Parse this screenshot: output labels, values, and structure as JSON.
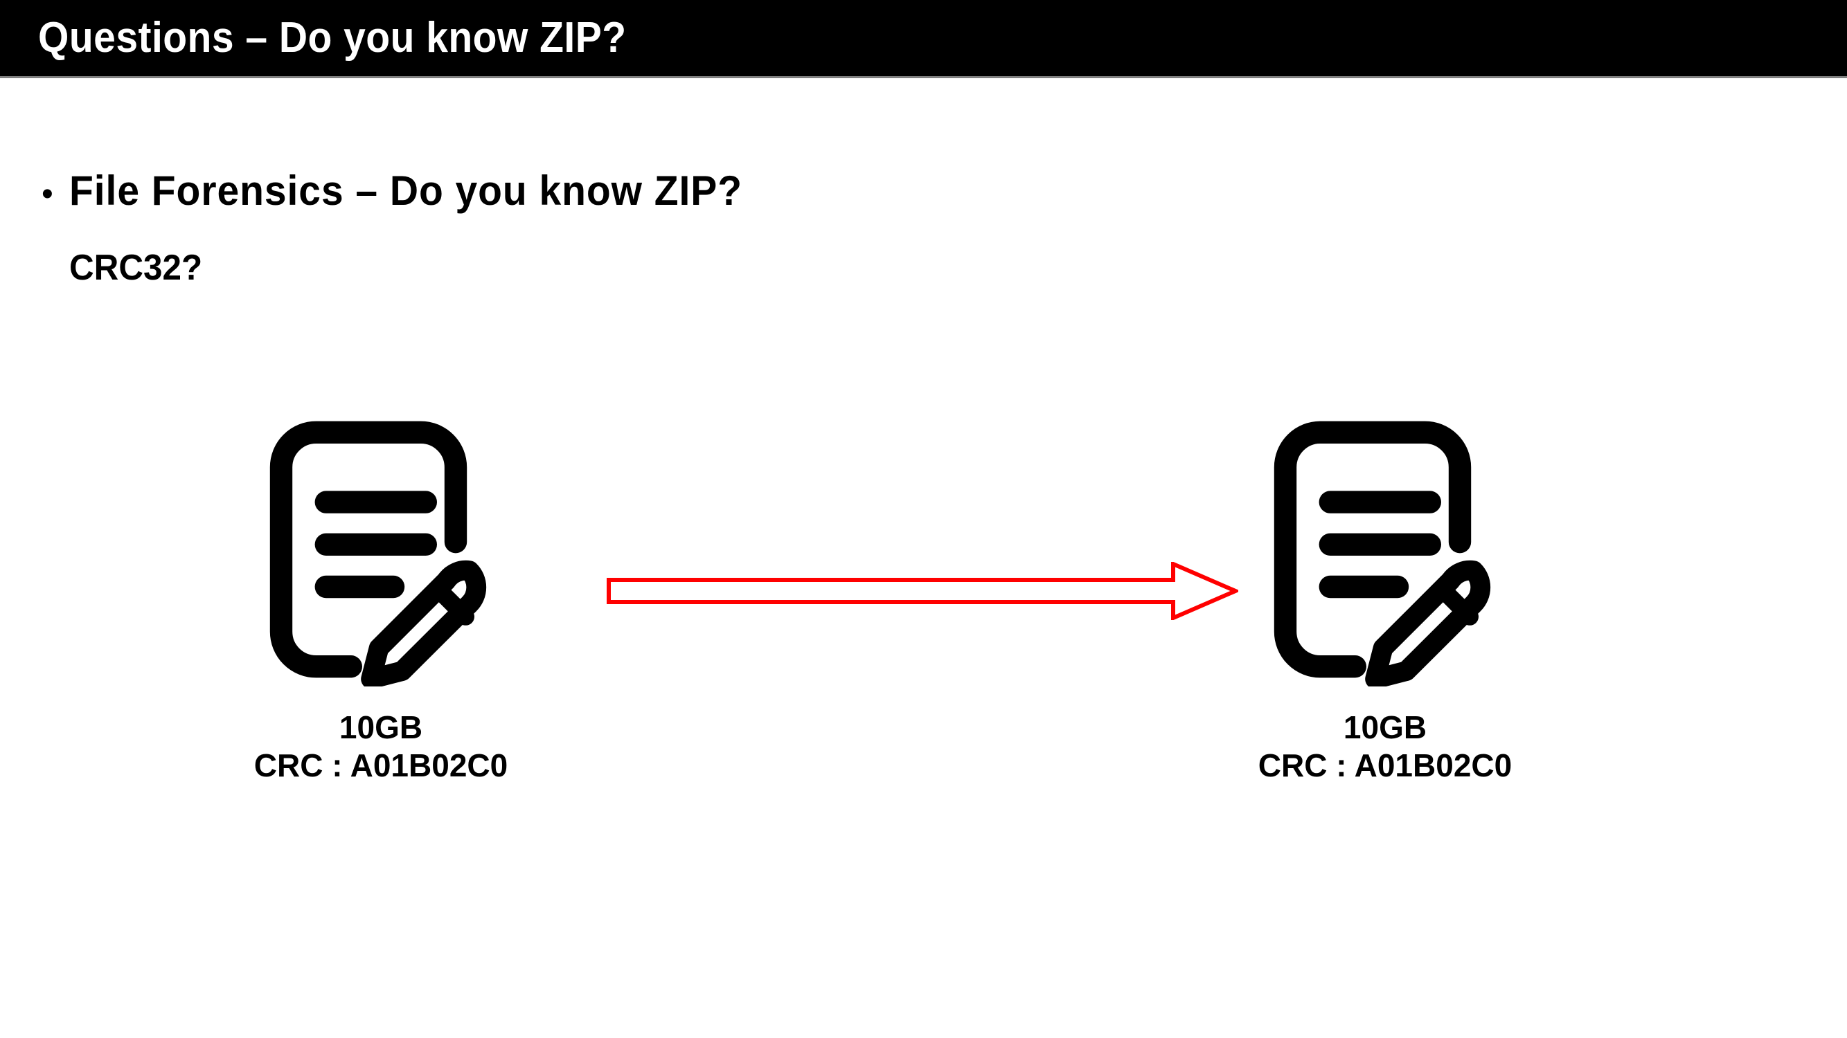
{
  "slide": {
    "background_color": "#ffffff",
    "title_bar": {
      "background_color": "#000000",
      "text_color": "#ffffff",
      "title": "Questions – Do you know ZIP?"
    },
    "body": {
      "bullet_glyph": "•",
      "bullet_line": "File Forensics – Do you know ZIP?",
      "sub_line": "CRC32?"
    },
    "diagram": {
      "arrow": {
        "name": "flow-arrow",
        "color": "#ff0000",
        "fill": "none",
        "direction": "left-to-right"
      },
      "nodes": [
        {
          "id": "source",
          "icon": "document-edit-icon",
          "icon_color": "#000000",
          "size_label": "10GB",
          "crc_label": "CRC : A01B02C0"
        },
        {
          "id": "target",
          "icon": "document-edit-icon",
          "icon_color": "#000000",
          "size_label": "10GB",
          "crc_label": "CRC : A01B02C0"
        }
      ]
    }
  }
}
